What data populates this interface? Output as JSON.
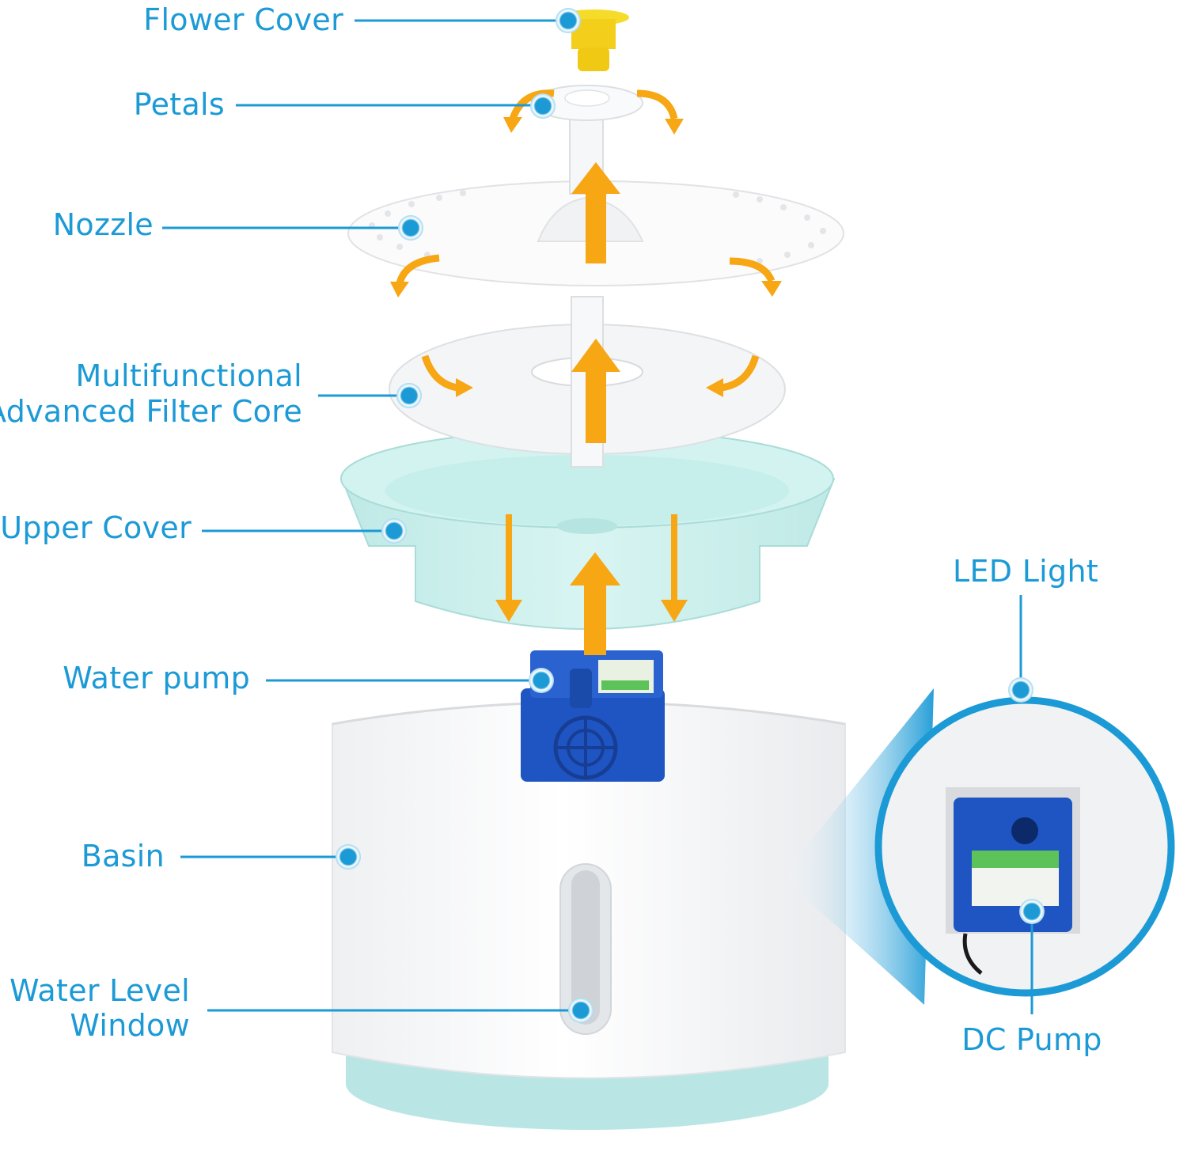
{
  "colors": {
    "accent": "#1c9ad6",
    "arrow": "#f7a614",
    "upper_cover": "#c8eeec",
    "base_ring": "#b9e6e4",
    "pump": "#1f55c2",
    "flower_cover": "#f6dc2a"
  },
  "labels": {
    "flower_cover": "Flower Cover",
    "petals": "Petals",
    "nozzle": "Nozzle",
    "filter_line1": "Multifunctional",
    "filter_line2": "Advanced Filter Core",
    "upper_cover": "Upper Cover",
    "led_light": "LED Light",
    "water_pump": "Water pump",
    "basin": "Basin",
    "window_line1": "Water Level",
    "window_line2": "Window",
    "dc_pump": "DC Pump"
  }
}
